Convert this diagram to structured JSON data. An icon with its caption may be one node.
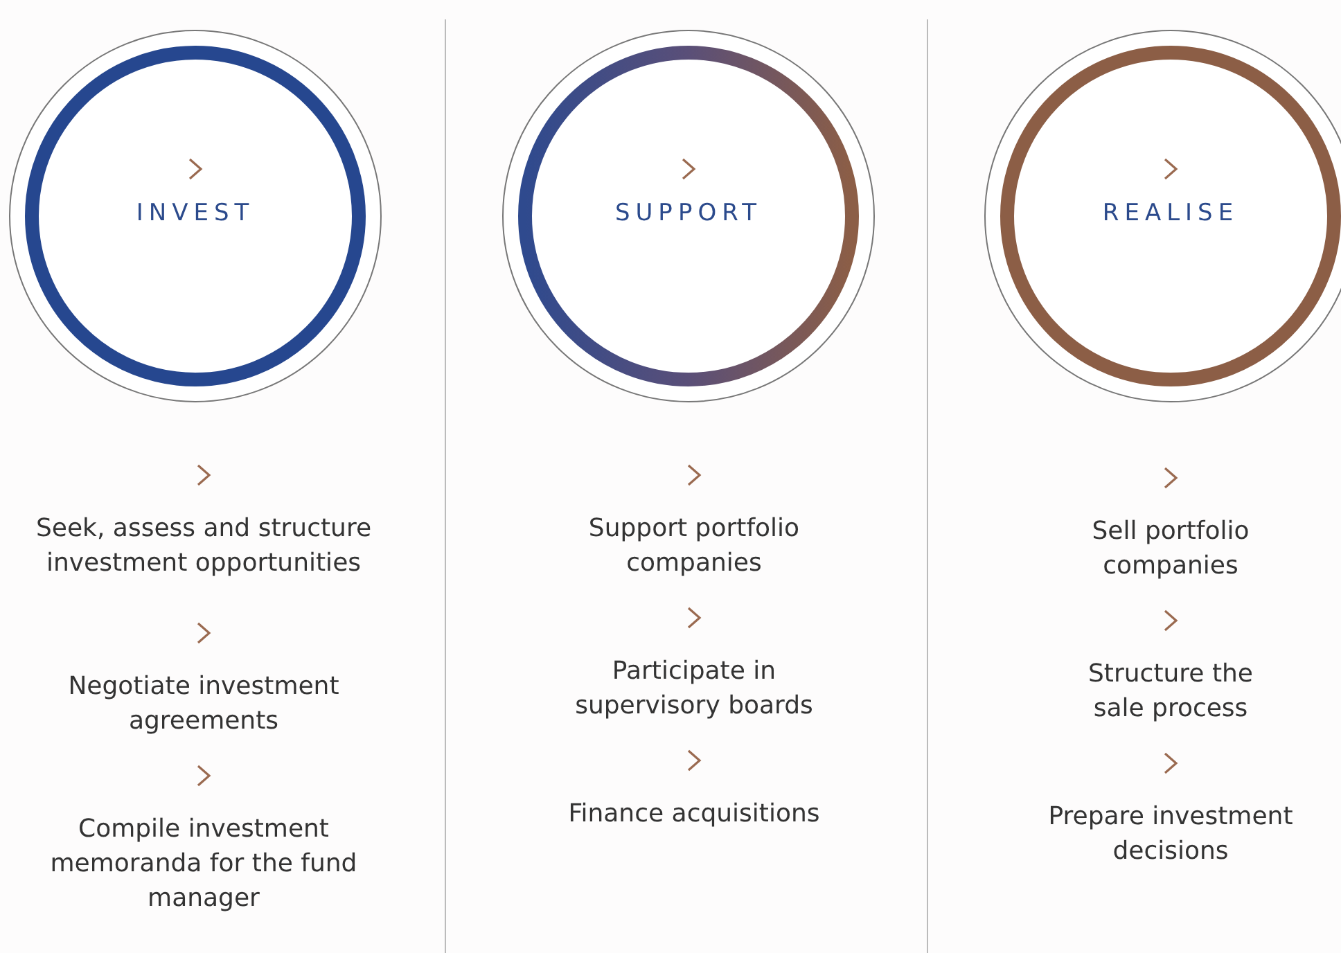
{
  "diagram": {
    "nodes": [
      {
        "text": [
          "INVEST"
        ]
      },
      {
        "text": [
          "SUPPORT"
        ]
      },
      {
        "text": [
          "REALISE"
        ]
      }
    ],
    "labels": [
      "Seek, assess and structure investment opportunities",
      "Negotiate investment agreements",
      "Compile investment memoranda for the fund manager",
      "Support portfolio companies",
      "Participate in supervisory boards",
      "Finance acquisitions",
      "Sell portfolio companies",
      "Structure the sale process",
      "Prepare investment decisions"
    ]
  }
}
